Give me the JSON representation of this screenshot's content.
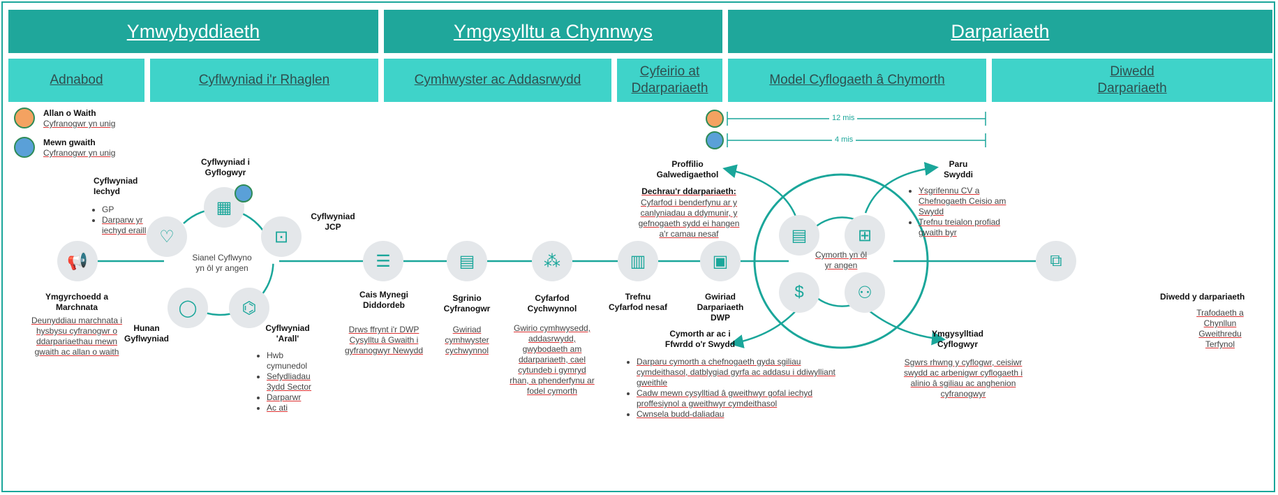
{
  "phases": {
    "awareness": "Ymwybyddiaeth",
    "engagement": "Ymgysylltu a Chynnwys",
    "delivery": "Darpariaeth"
  },
  "stages": {
    "identify": "Adnabod",
    "intro": "Cyflwyniad i'r Rhaglen",
    "eligibility": "Cymhwyster ac Addasrwydd",
    "referral_line1": "Cyfeirio at",
    "referral_line2": "Ddarpariaeth",
    "model": "Model Cyflogaeth â Chymorth",
    "end_line1": "Diwedd",
    "end_line2": "Darpariaeth"
  },
  "legend": {
    "out_title": "Allan o Waith",
    "out_sub": "Cyfranogwr yn unig",
    "in_title": "Mewn gwaith",
    "in_sub": "Cyfranogwr yn unig"
  },
  "durations": {
    "long": "12 mis",
    "short": "4 mis"
  },
  "nodes": {
    "campaign_title": "Ymgyrchoedd a Marchnata",
    "campaign_desc": "Deunyddiau marchnata i hysbysu cyfranogwr o ddarpariaethau mewn gwaith ac allan o waith",
    "health_title": "Cyflwyniad Iechyd",
    "health_items": [
      "GP",
      "Darparw yr iechyd eraill"
    ],
    "employer_title": "Cyflwyniad i Gyflogwyr",
    "jcp_title": "Cyflwyniad JCP",
    "channel": "Sianel Cyflwyno yn ôl yr angen",
    "self_title": "Hunan Gyflwyniad",
    "other_title": "Cyflwyniad 'Arall'",
    "other_items": [
      "Hwb cymunedol",
      "Sefydliadau 3ydd Sector",
      "Darparwr",
      "Ac ati"
    ],
    "interest_title": "Cais Mynegi Diddordeb",
    "interest_desc": "Drws ffrynt i'r DWP Cysylltu â Gwaith i gyfranogwyr Newydd",
    "screening_title": "Sgrinio Cyfranogwr",
    "screening_desc": "Gwiriad cymhwyster cychwynnol",
    "meeting_title": "Cyfarfod Cychwynnol",
    "meeting_desc": "Gwirio cymhwysedd, addasrwydd, gwybodaeth am ddarpariaeth, cael cytundeb i gymryd rhan, a phenderfynu ar fodel cymorth",
    "arrange_title": "Trefnu Cyfarfod nesaf",
    "check_title": "Gwiriad Darpariaeth DWP",
    "profile_title": "Proffilio Galwedigaethol",
    "start_title": "Dechrau'r ddarpariaeth:",
    "start_desc": "Cyfarfod i benderfynu ar y canlyniadau a ddymunir, y gefnogaeth sydd ei hangen a'r camau nesaf",
    "support_center": "Cymorth yn ôl yr angen",
    "match_title": "Paru Swyddi",
    "match_items": [
      "Ysgrifennu CV a Chefnogaeth Ceisio am Swydd",
      "Trefnu treialon profiad gwaith byr"
    ],
    "onwork_title": "Cymorth ar ac i Ffwrdd o'r Swydd",
    "onwork_items": [
      "Darparu cymorth a chefnogaeth gyda sgiliau cymdeithasol, datblygiad gyrfa ac addasu i ddiwylliant gweithle",
      "Cadw mewn cysylltiad â gweithwyr gofal iechyd proffesiynol a gweithwyr cymdeithasol",
      "Cwnsela budd-daliadau"
    ],
    "employer_eng_title": "Ymgysylltiad Cyflogwyr",
    "employer_eng_desc": "Sgwrs rhwng y cyflogwr, ceisiwr swydd ac arbenigwr cyflogaeth i alinio â sgiliau ac anghenion cyfranogwyr",
    "end_title": "Diwedd y darpariaeth",
    "end_desc": "Trafodaeth a Chynllun Gweithredu Terfynol"
  },
  "icons": [
    "megaphone-icon",
    "heart-icon",
    "employer-icon",
    "briefcase-icon",
    "person-icon",
    "network-icon",
    "checklist-icon",
    "screening-icon",
    "meeting-icon",
    "calendar-icon",
    "document-icon",
    "cv-icon",
    "job-icon",
    "money-icon",
    "connections-icon",
    "end-icon"
  ],
  "colors": {
    "teal_dark": "#1fa79b",
    "teal_light": "#3fd3c9",
    "line": "#1aa69a"
  }
}
